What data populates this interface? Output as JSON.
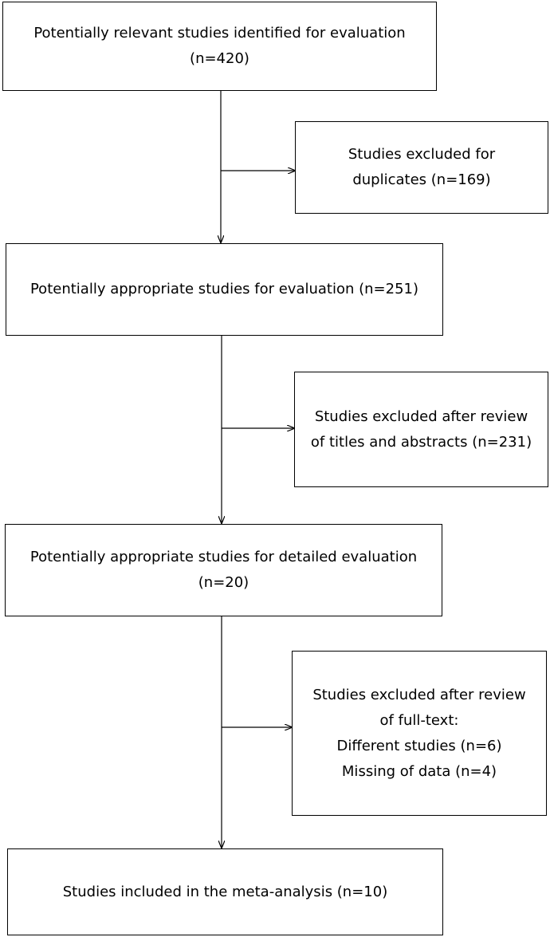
{
  "flowchart": {
    "identified": {
      "line1": "Potentially relevant studies identified for evaluation",
      "line2": "(n=420)"
    },
    "excluded_duplicates": {
      "line1": "Studies excluded for",
      "line2": "duplicates (n=169)"
    },
    "appropriate": {
      "line1": "Potentially appropriate studies for evaluation (n=251)"
    },
    "excluded_titles": {
      "line1": "Studies excluded after review",
      "line2": "of titles and abstracts (n=231)"
    },
    "detailed": {
      "line1": "Potentially appropriate studies for detailed evaluation",
      "line2": "(n=20)"
    },
    "excluded_fulltext": {
      "line1": "Studies excluded after review",
      "line2": "of full-text:",
      "line3": "Different studies (n=6)",
      "line4": "Missing of data (n=4)"
    },
    "included": {
      "line1": "Studies included in the meta-analysis (n=10)"
    }
  },
  "colors": {
    "stroke": "#000000",
    "background": "#ffffff"
  }
}
